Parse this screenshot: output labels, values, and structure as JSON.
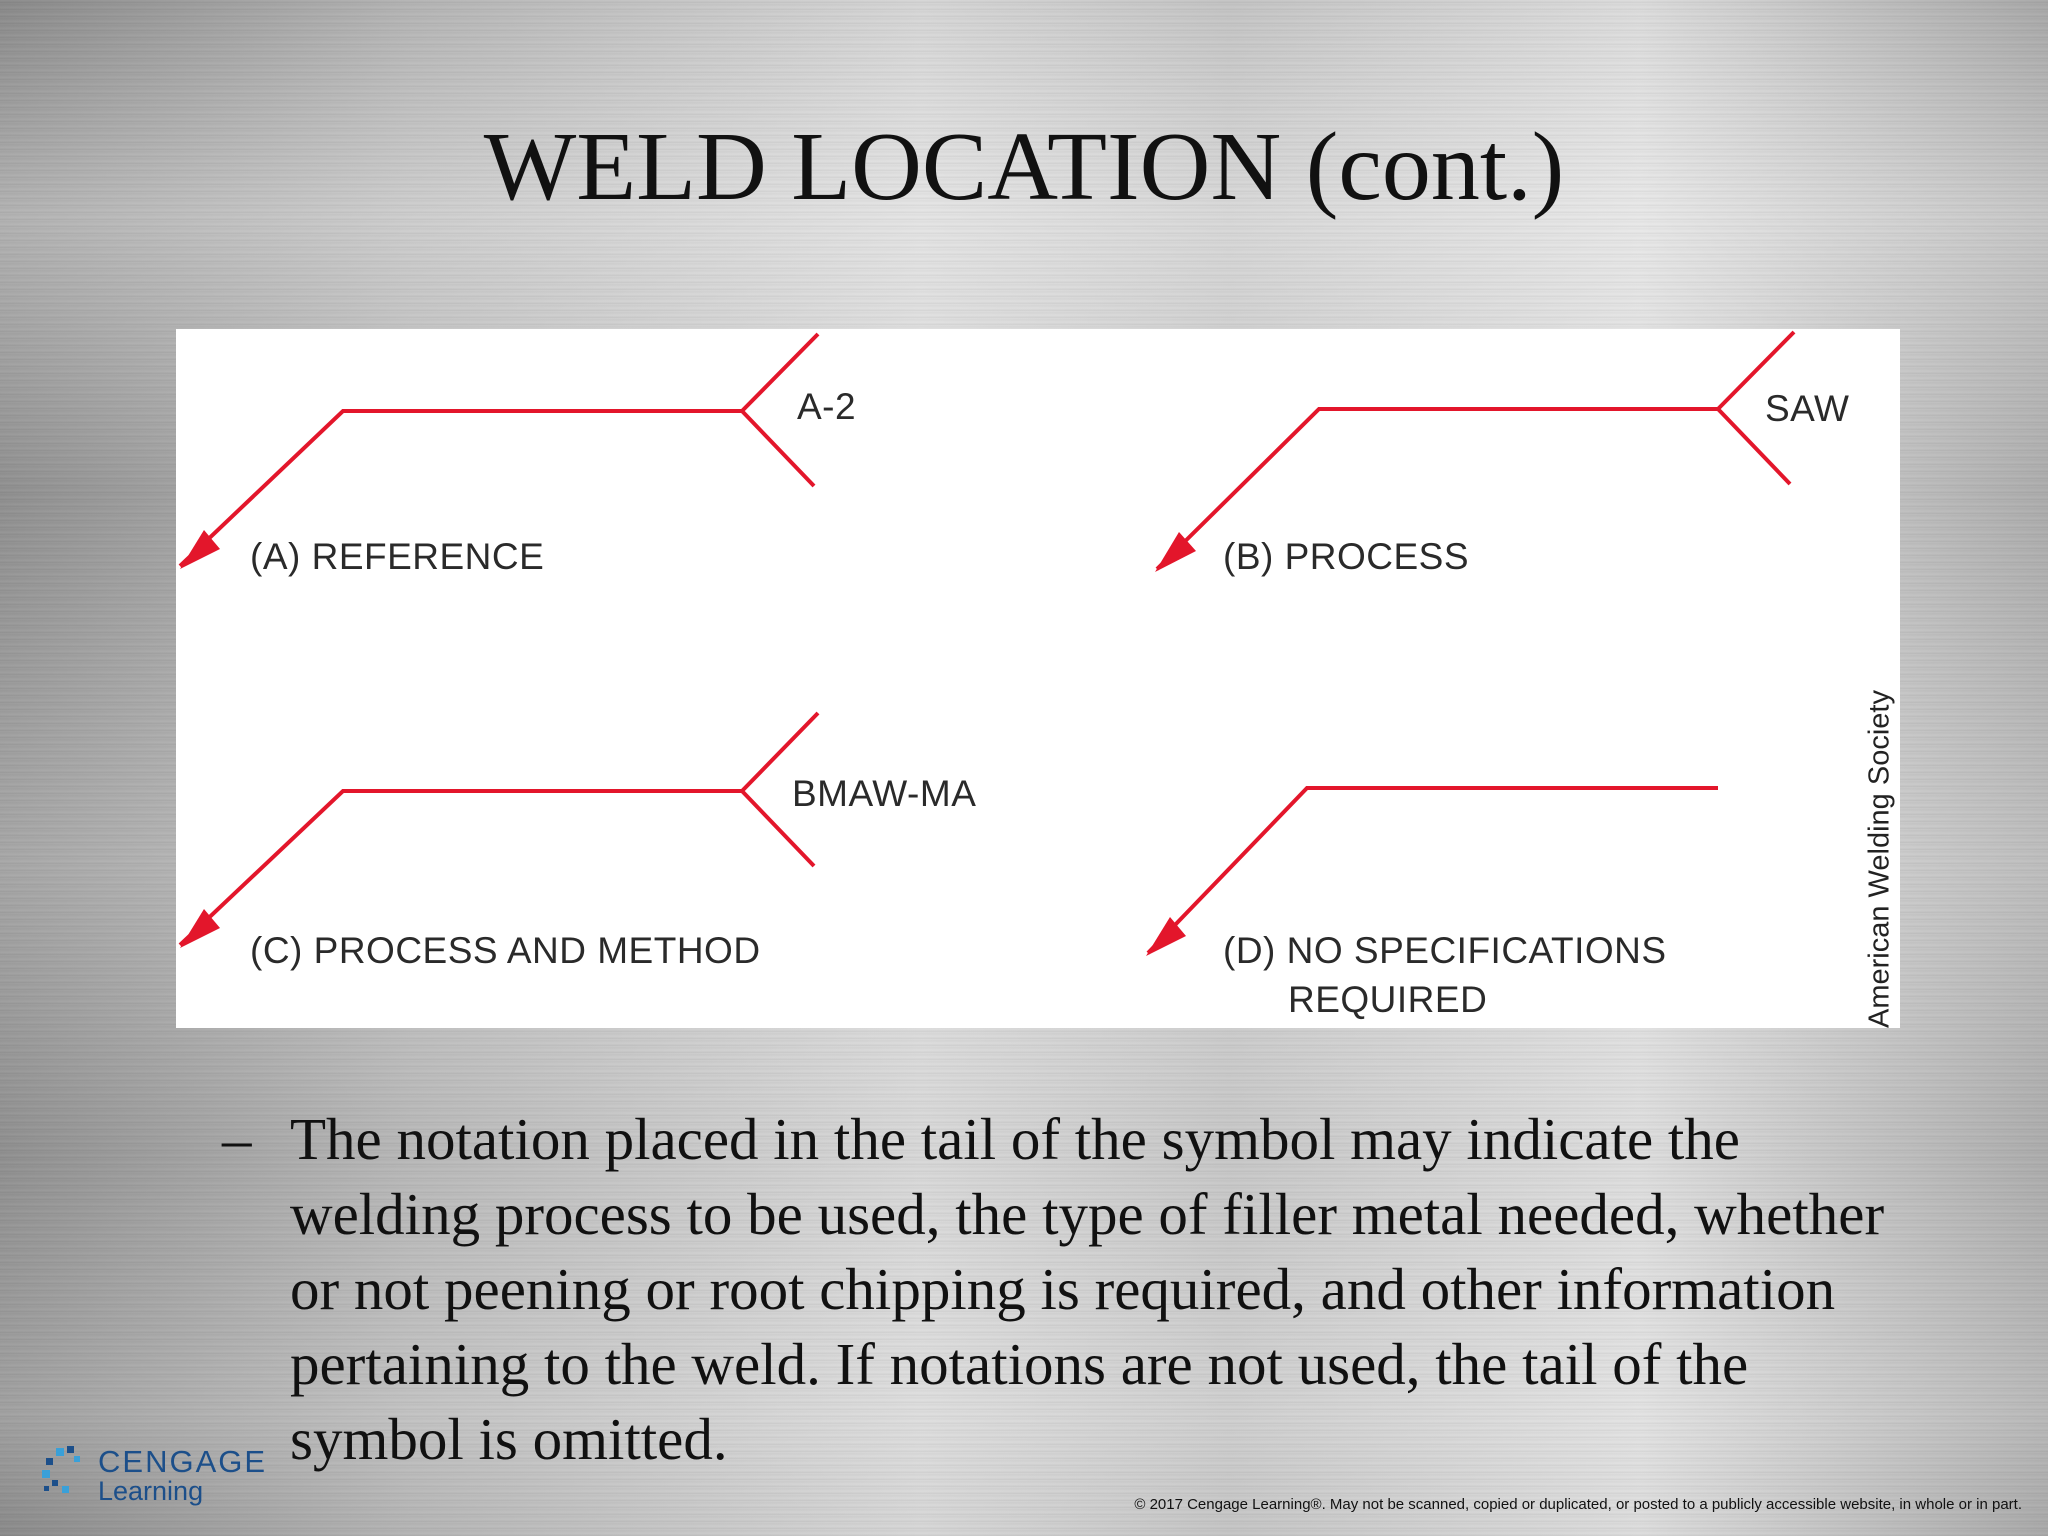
{
  "slide": {
    "title": "WELD LOCATION (cont.)",
    "figure": {
      "panels": [
        {
          "caption": "(A) REFERENCE",
          "tail_text": "A-2"
        },
        {
          "caption": "(B) PROCESS",
          "tail_text": "SAW"
        },
        {
          "caption": "(C) PROCESS AND METHOD",
          "tail_text": "BMAW-MA"
        },
        {
          "caption_line1": "(D) NO SPECIFICATIONS",
          "caption_line2": "REQUIRED",
          "tail_text": ""
        }
      ],
      "credit": "American Welding Society",
      "line_color": "#e3162b"
    },
    "bullet": {
      "marker": "–",
      "text": "The notation placed in the tail of the symbol may indicate the welding process to be used, the type of filler metal needed, whether or not peening or root chipping is required, and other information pertaining to the weld. If notations are not used, the tail of the symbol is omitted."
    },
    "logo": {
      "line1": "CENGAGE",
      "line2": "Learning"
    },
    "copyright": "© 2017 Cengage Learning®. May not be scanned, copied or duplicated, or posted to a publicly accessible website, in whole or in part."
  }
}
